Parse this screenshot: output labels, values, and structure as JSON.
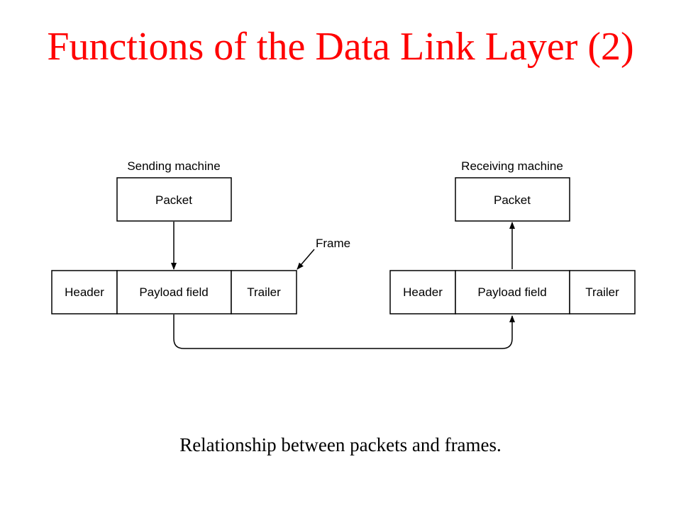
{
  "title": "Functions of the Data Link Layer (2)",
  "colors": {
    "title": "#ff0000",
    "ink": "#000000",
    "background": "#ffffff"
  },
  "diagram": {
    "sender": {
      "label": "Sending machine",
      "packet": "Packet",
      "frame": {
        "header": "Header",
        "payload": "Payload field",
        "trailer": "Trailer"
      }
    },
    "receiver": {
      "label": "Receiving machine",
      "packet": "Packet",
      "frame": {
        "header": "Header",
        "payload": "Payload field",
        "trailer": "Trailer"
      }
    },
    "frame_callout": "Frame"
  },
  "caption": "Relationship between packets and frames."
}
